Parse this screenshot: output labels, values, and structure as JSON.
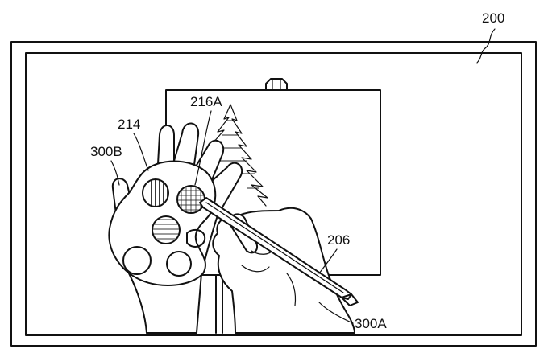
{
  "labels": {
    "device": "200",
    "palette_hand": "300B",
    "palette": "214",
    "color_well": "216A",
    "stylus": "206",
    "drawing_hand": "300A"
  }
}
